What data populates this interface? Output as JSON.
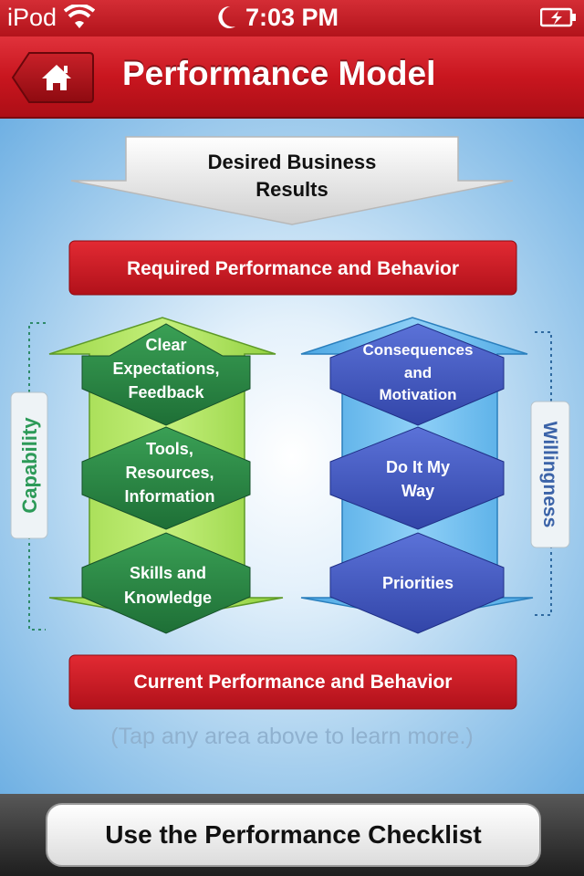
{
  "status_bar": {
    "carrier": "iPod",
    "time": "7:03 PM",
    "icons": [
      "wifi-icon",
      "moon-icon",
      "battery-charging-icon"
    ]
  },
  "nav": {
    "title": "Performance Model",
    "home_icon": "home-icon"
  },
  "diagram": {
    "top_arrow": [
      "Desired Business",
      "Results"
    ],
    "required_bar": "Required Performance and Behavior",
    "current_bar": "Current Performance and Behavior",
    "capability_label": "Capability",
    "willingness_label": "Willingness",
    "capability_items": [
      [
        "Clear",
        "Expectations,",
        "Feedback"
      ],
      [
        "Tools,",
        "Resources,",
        "Information"
      ],
      [
        "Skills and",
        "Knowledge"
      ]
    ],
    "willingness_items": [
      [
        "Consequences",
        "and",
        "Motivation"
      ],
      [
        "Do It My",
        "Way"
      ],
      [
        "Priorities"
      ]
    ]
  },
  "hint": "(Tap any area above to learn more.)",
  "checklist_button": "Use the Performance Checklist",
  "colors": {
    "red": "#c8161e",
    "green": "#2b8b45",
    "blue": "#3f55c0",
    "sky": "#6fb0e3"
  }
}
